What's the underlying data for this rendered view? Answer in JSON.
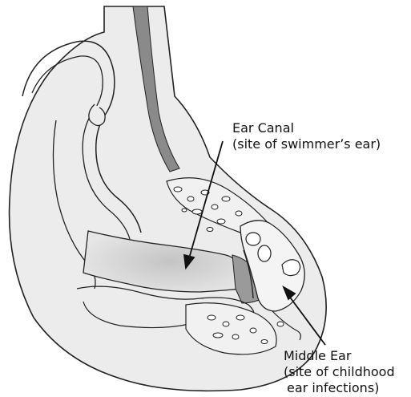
{
  "labels": {
    "ear_canal": {
      "name": "Ear Canal",
      "note": "(site of swimmer’s ear)"
    },
    "middle_ear": {
      "name": "Middle Ear",
      "note_line1": "(site of childhood",
      "note_line2": "ear infections)"
    }
  },
  "colors": {
    "outline": "#222222",
    "skin_fill": "#ebebeb",
    "canal_shadow": "#cfcfcf",
    "deep_canal": "#9a9a9a",
    "channel": "#8a8a8a",
    "background": "#ffffff"
  }
}
